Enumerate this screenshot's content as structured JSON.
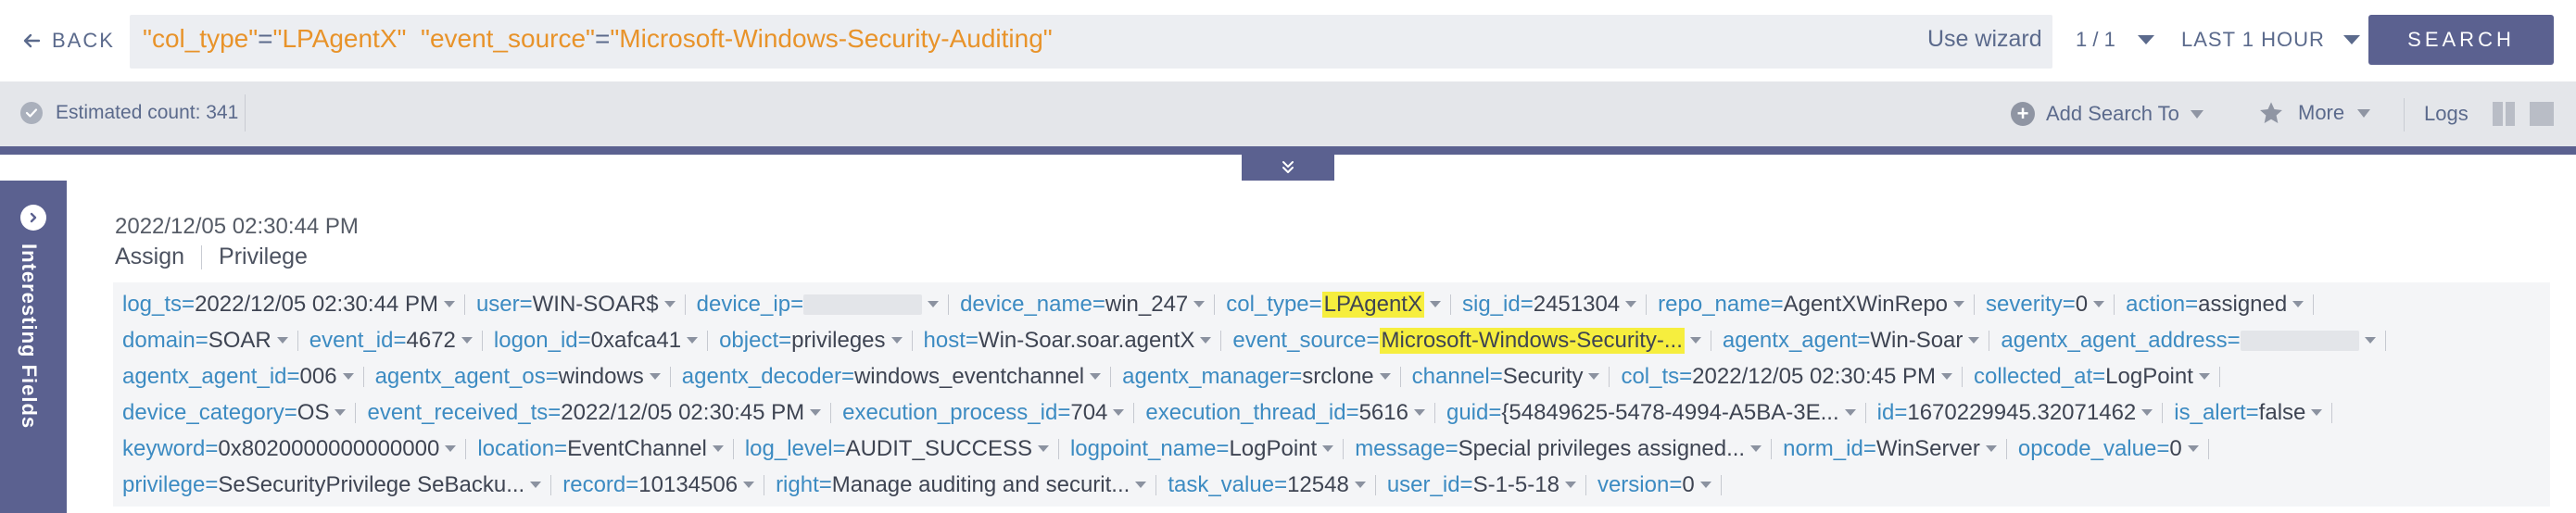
{
  "header": {
    "back_label": "BACK",
    "query": {
      "k1": "\"col_type\"",
      "v1": "\"LPAgentX\"",
      "k2": "\"event_source\"",
      "v2": "\"Microsoft-Windows-Security-Auditing\"",
      "op": "="
    },
    "wizard_label": "Use wizard",
    "pager": "1 / 1",
    "time_range": "LAST 1 HOUR",
    "search_label": "SEARCH"
  },
  "status": {
    "estimated_count": "Estimated count: 341",
    "add_search_to": "Add Search To",
    "more": "More",
    "logs": "Logs"
  },
  "sidebar": {
    "label": "Interesting Fields"
  },
  "record": {
    "timestamp": "2022/12/05 02:30:44 PM",
    "actions": [
      "Assign",
      "Privilege"
    ],
    "rows": [
      [
        {
          "k": "log_ts",
          "v": "2022/12/05 02:30:44 PM"
        },
        {
          "k": "user",
          "v": "WIN-SOAR$"
        },
        {
          "k": "device_ip",
          "v": ""
        },
        {
          "k": "device_name",
          "v": "win_247"
        },
        {
          "k": "col_type",
          "v": "LPAgentX"
        },
        {
          "k": "sig_id",
          "v": "2451304"
        },
        {
          "k": "repo_name",
          "v": "AgentXWinRepo"
        },
        {
          "k": "severity",
          "v": "0"
        },
        {
          "k": "action",
          "v": "assigned"
        }
      ],
      [
        {
          "k": "domain",
          "v": "SOAR"
        },
        {
          "k": "event_id",
          "v": "4672"
        },
        {
          "k": "logon_id",
          "v": "0xafca41"
        },
        {
          "k": "object",
          "v": "privileges"
        },
        {
          "k": "host",
          "v": "Win-Soar.soar.agentX"
        },
        {
          "k": "event_source",
          "v": "Microsoft-Windows-Security-..."
        },
        {
          "k": "agentx_agent",
          "v": "Win-Soar"
        },
        {
          "k": "agentx_agent_address",
          "v": ""
        }
      ],
      [
        {
          "k": "agentx_agent_id",
          "v": "006"
        },
        {
          "k": "agentx_agent_os",
          "v": "windows"
        },
        {
          "k": "agentx_decoder",
          "v": "windows_eventchannel"
        },
        {
          "k": "agentx_manager",
          "v": "srclone"
        },
        {
          "k": "channel",
          "v": "Security"
        },
        {
          "k": "col_ts",
          "v": "2022/12/05 02:30:45 PM"
        },
        {
          "k": "collected_at",
          "v": "LogPoint"
        }
      ],
      [
        {
          "k": "device_category",
          "v": "OS"
        },
        {
          "k": "event_received_ts",
          "v": "2022/12/05 02:30:45 PM"
        },
        {
          "k": "execution_process_id",
          "v": "704"
        },
        {
          "k": "execution_thread_id",
          "v": "5616"
        },
        {
          "k": "guid",
          "v": "{54849625-5478-4994-A5BA-3E..."
        },
        {
          "k": "id",
          "v": "1670229945.32071462"
        },
        {
          "k": "is_alert",
          "v": "false"
        }
      ],
      [
        {
          "k": "keyword",
          "v": "0x8020000000000000"
        },
        {
          "k": "location",
          "v": "EventChannel"
        },
        {
          "k": "log_level",
          "v": "AUDIT_SUCCESS"
        },
        {
          "k": "logpoint_name",
          "v": "LogPoint"
        },
        {
          "k": "message",
          "v": "Special privileges assigned..."
        },
        {
          "k": "norm_id",
          "v": "WinServer"
        },
        {
          "k": "opcode_value",
          "v": "0"
        }
      ],
      [
        {
          "k": "privilege",
          "v": "SeSecurityPrivilege SeBacku..."
        },
        {
          "k": "record",
          "v": "10134506"
        },
        {
          "k": "right",
          "v": "Manage auditing and securit..."
        },
        {
          "k": "task_value",
          "v": "12548"
        },
        {
          "k": "user_id",
          "v": "S-1-5-18"
        },
        {
          "k": "version",
          "v": "0"
        }
      ]
    ],
    "eq": "="
  },
  "colors": {
    "accent": "#5b6190",
    "query_text": "#e8932a",
    "field_key": "#3c8bc2",
    "highlight": "#f6ee3e"
  },
  "icons": {
    "back": "arrow-left-icon",
    "pager_dropdown": "chevron-down-icon",
    "status": "check-circle-icon",
    "add_search": "plus-circle-icon",
    "more": "star-icon",
    "collapse": "double-chevron-down-icon",
    "sidebar": "chevron-right-circle-icon"
  }
}
